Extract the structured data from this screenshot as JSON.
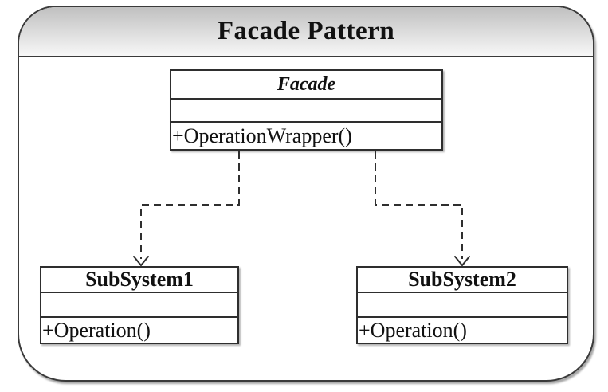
{
  "diagram": {
    "title": "Facade Pattern",
    "facade": {
      "name": "Facade",
      "attributes": "",
      "methods": "+OperationWrapper()"
    },
    "subsystem1": {
      "name": "SubSystem1",
      "attributes": "",
      "methods": "+Operation()"
    },
    "subsystem2": {
      "name": "SubSystem2",
      "attributes": "",
      "methods": "+Operation()"
    },
    "relations": [
      {
        "from": "Facade",
        "to": "SubSystem1",
        "type": "dependency",
        "style": "dashed-open-arrow"
      },
      {
        "from": "Facade",
        "to": "SubSystem2",
        "type": "dependency",
        "style": "dashed-open-arrow"
      }
    ],
    "colors": {
      "border": "#3a3a3a",
      "box_border": "#2e2e2e",
      "line_color": "#2f2f2f",
      "text": "#111111",
      "header_gradient_top": "#c0c0c0",
      "header_gradient_bottom": "#f7f7f7",
      "background": "#ffffff"
    }
  }
}
